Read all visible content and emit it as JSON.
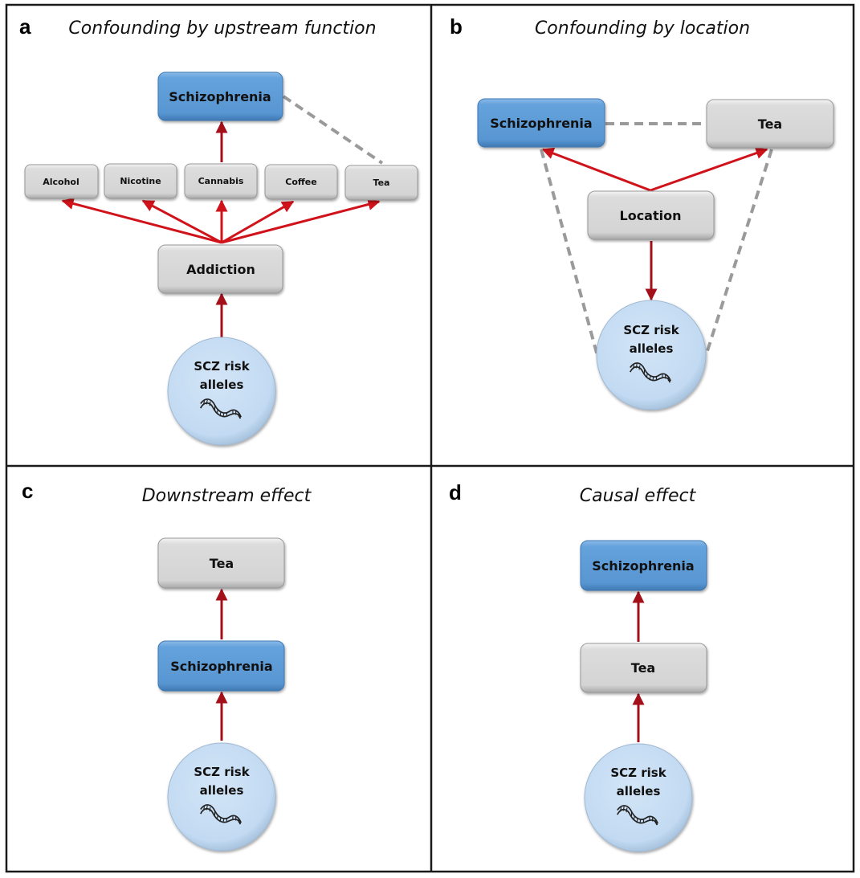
{
  "figure": {
    "panels": [
      {
        "id": "a",
        "letter": "a",
        "title": "Confounding by upstream function",
        "nodes": [
          {
            "key": "scz",
            "label": "Schizophrenia",
            "kind": "trait",
            "color": "#5b9bd5"
          },
          {
            "key": "alcohol",
            "label": "Alcohol",
            "kind": "exposure",
            "color": "#d9d9d9"
          },
          {
            "key": "nicotine",
            "label": "Nicotine",
            "kind": "exposure",
            "color": "#d9d9d9"
          },
          {
            "key": "cannabis",
            "label": "Cannabis",
            "kind": "exposure",
            "color": "#d9d9d9"
          },
          {
            "key": "coffee",
            "label": "Coffee",
            "kind": "exposure",
            "color": "#d9d9d9"
          },
          {
            "key": "tea",
            "label": "Tea",
            "kind": "exposure",
            "color": "#d9d9d9"
          },
          {
            "key": "addiction",
            "label": "Addiction",
            "kind": "exposure",
            "color": "#d9d9d9"
          },
          {
            "key": "alleles",
            "label": [
              "SCZ risk",
              "alleles"
            ],
            "kind": "genetic",
            "icon": "dna-icon",
            "color": "#c5dcf2"
          }
        ],
        "edges": [
          {
            "from": "alleles",
            "to": "addiction",
            "type": "causal"
          },
          {
            "from": "addiction",
            "to": "alcohol",
            "type": "causal"
          },
          {
            "from": "addiction",
            "to": "nicotine",
            "type": "causal"
          },
          {
            "from": "addiction",
            "to": "cannabis",
            "type": "causal"
          },
          {
            "from": "addiction",
            "to": "coffee",
            "type": "causal"
          },
          {
            "from": "addiction",
            "to": "tea",
            "type": "causal"
          },
          {
            "from": "cannabis",
            "to": "scz",
            "type": "causal"
          },
          {
            "from": "scz",
            "to": "tea",
            "type": "association"
          }
        ]
      },
      {
        "id": "b",
        "letter": "b",
        "title": "Confounding by location",
        "nodes": [
          {
            "key": "scz",
            "label": "Schizophrenia",
            "kind": "trait",
            "color": "#5b9bd5"
          },
          {
            "key": "tea",
            "label": "Tea",
            "kind": "exposure",
            "color": "#d9d9d9"
          },
          {
            "key": "location",
            "label": "Location",
            "kind": "exposure",
            "color": "#d9d9d9"
          },
          {
            "key": "alleles",
            "label": [
              "SCZ risk",
              "alleles"
            ],
            "kind": "genetic",
            "icon": "dna-icon",
            "color": "#c5dcf2"
          }
        ],
        "edges": [
          {
            "from": "location",
            "to": "scz",
            "type": "causal"
          },
          {
            "from": "location",
            "to": "tea",
            "type": "causal"
          },
          {
            "from": "location",
            "to": "alleles",
            "type": "causal"
          },
          {
            "from": "scz",
            "to": "tea",
            "type": "association"
          },
          {
            "from": "scz",
            "to": "alleles",
            "type": "association"
          },
          {
            "from": "tea",
            "to": "alleles",
            "type": "association"
          }
        ]
      },
      {
        "id": "c",
        "letter": "c",
        "title": "Downstream effect",
        "nodes": [
          {
            "key": "tea",
            "label": "Tea",
            "kind": "exposure",
            "color": "#d9d9d9"
          },
          {
            "key": "scz",
            "label": "Schizophrenia",
            "kind": "trait",
            "color": "#5b9bd5"
          },
          {
            "key": "alleles",
            "label": [
              "SCZ risk",
              "alleles"
            ],
            "kind": "genetic",
            "icon": "dna-icon",
            "color": "#c5dcf2"
          }
        ],
        "edges": [
          {
            "from": "alleles",
            "to": "scz",
            "type": "causal"
          },
          {
            "from": "scz",
            "to": "tea",
            "type": "causal"
          }
        ]
      },
      {
        "id": "d",
        "letter": "d",
        "title": "Causal effect",
        "nodes": [
          {
            "key": "scz",
            "label": "Schizophrenia",
            "kind": "trait",
            "color": "#5b9bd5"
          },
          {
            "key": "tea",
            "label": "Tea",
            "kind": "exposure",
            "color": "#d9d9d9"
          },
          {
            "key": "alleles",
            "label": [
              "SCZ risk",
              "alleles"
            ],
            "kind": "genetic",
            "icon": "dna-icon",
            "color": "#c5dcf2"
          }
        ],
        "edges": [
          {
            "from": "alleles",
            "to": "tea",
            "type": "causal"
          },
          {
            "from": "tea",
            "to": "scz",
            "type": "causal"
          }
        ]
      }
    ],
    "colors": {
      "causal_arrow": "#d0121b",
      "association_line": "#9a9a9a",
      "trait_box": "#5b9bd5",
      "exposure_box": "#d9d9d9",
      "genetic_circle": "#c5dcf2"
    }
  }
}
